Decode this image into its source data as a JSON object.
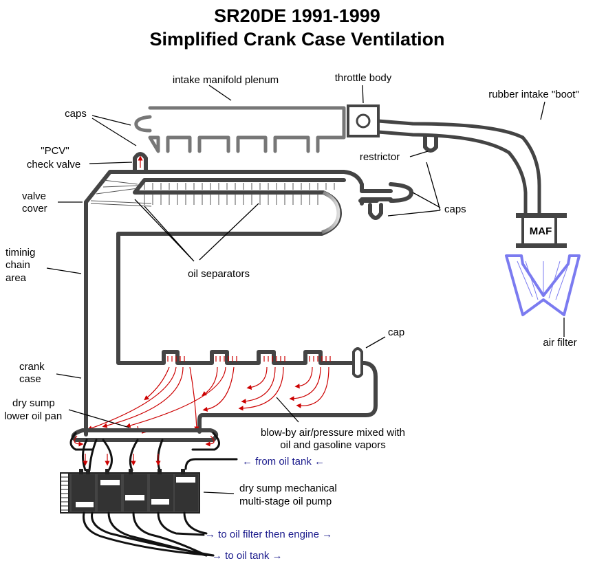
{
  "title": {
    "line1": "SR20DE 1991-1999",
    "line2": "Simplified Crank Case Ventilation"
  },
  "labels": {
    "intake_manifold_plenum": "intake manifold plenum",
    "throttle_body": "throttle body",
    "rubber_intake_boot": "rubber intake \"boot\"",
    "caps_top": "caps",
    "pcv_line1": "\"PCV\"",
    "pcv_line2": "check valve",
    "restrictor": "restrictor",
    "valve_cover_line1": "valve",
    "valve_cover_line2": "cover",
    "caps_right": "caps",
    "maf": "MAF",
    "timing_line1": "timinig",
    "timing_line2": "chain",
    "timing_line3": "area",
    "oil_separators": "oil separators",
    "air_filter": "air filter",
    "cap": "cap",
    "crank_case_line1": "crank",
    "crank_case_line2": "case",
    "dry_sump_line1": "dry sump",
    "dry_sump_line2": "lower oil pan",
    "blowby_line1": "blow-by air/pressure mixed with",
    "blowby_line2": "oil and gasoline vapors",
    "pump_line1": "dry sump mechanical",
    "pump_line2": "multi-stage oil pump"
  },
  "flows": {
    "from_oil_tank": "← from oil tank ←",
    "to_oil_filter": "→ to oil filter then engine →",
    "to_oil_tank": "→ to oil tank →"
  },
  "colors": {
    "tube": "#444444",
    "blowby_arrows": "#cc0000",
    "air_filter": "#7b7bf0",
    "flow_text": "#1a1a8c"
  }
}
